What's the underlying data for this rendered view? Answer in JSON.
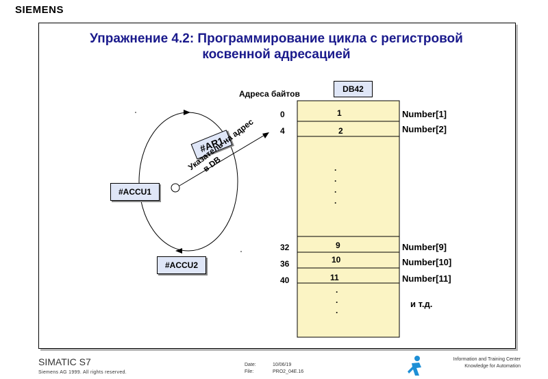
{
  "brand": "SIEMENS",
  "slide": {
    "title_line1": "Упражнение 4.2: Программирование цикла с регистровой",
    "title_line2": "косвенной адресацией"
  },
  "diagram": {
    "byte_addresses_label": "Адреса байтов",
    "db_name": "DB42",
    "addresses": [
      "0",
      "4",
      "32",
      "36",
      "40"
    ],
    "cell_values": [
      "1",
      "2",
      "9",
      "10",
      "11"
    ],
    "element_labels": [
      "Number[1]",
      "Number[2]",
      "Number[9]",
      "Number[10]",
      "Number[11]"
    ],
    "ellipsis_dot": ".",
    "etc_label": "и т.д.",
    "accu1": "#ACCU1",
    "accu2": "#ACCU2",
    "ar1": "#AR1",
    "pointer_line1": "Указатель на адрес",
    "pointer_line2": "в DB"
  },
  "footer": {
    "product": "SIMATIC S7",
    "copyright": "Siemens AG 1999. All rights reserved.",
    "date_label": "Date:",
    "date_value": "10/06/19",
    "file_label": "File:",
    "file_value": "PRO2_04E.16",
    "center_line1": "Information and Training Center",
    "center_line2": "Knowledge for Automation",
    "colors": {
      "title": "#1a1a8c",
      "db_fill": "#fbf4c4",
      "box_fill": "#dfe6f7",
      "logo": "#1e8fd6"
    }
  }
}
